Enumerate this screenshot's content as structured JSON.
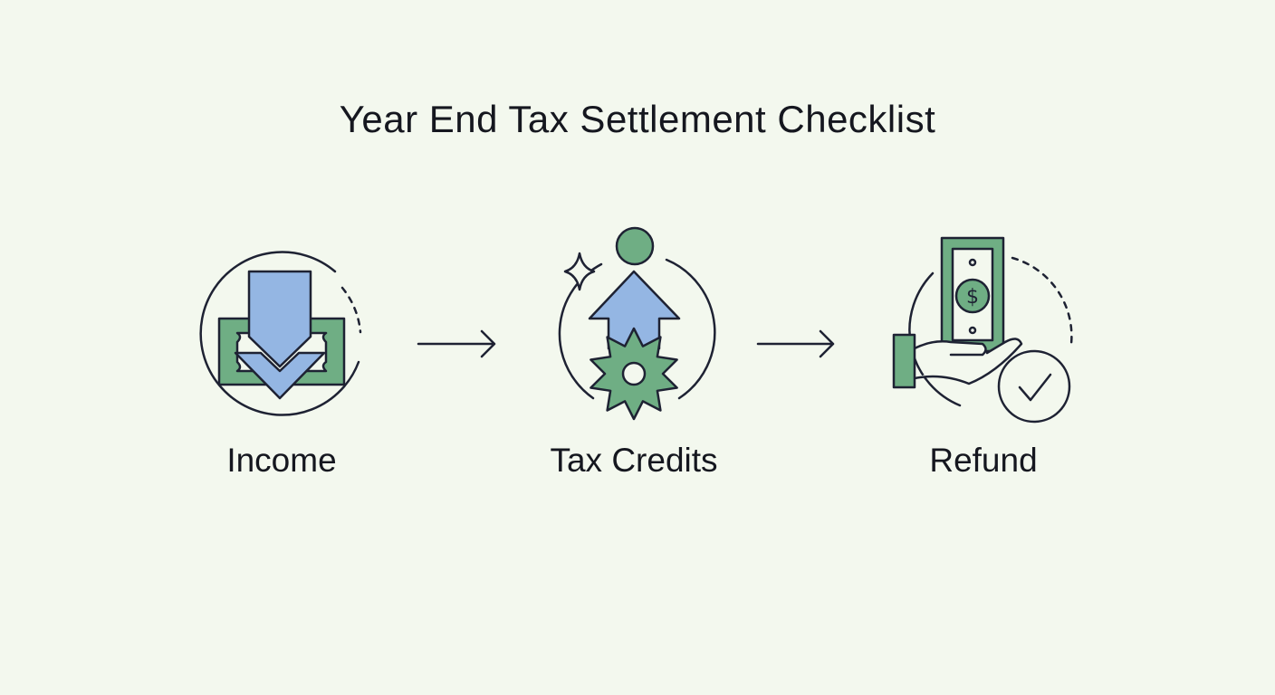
{
  "title": "Year End Tax Settlement Checklist",
  "steps": [
    {
      "label": "Income",
      "icon": "money-down-arrow-icon"
    },
    {
      "label": "Tax Credits",
      "icon": "arrow-up-gear-icon"
    },
    {
      "label": "Refund",
      "icon": "hand-money-check-icon"
    }
  ],
  "colors": {
    "background": "#f3f8ee",
    "blue": "#94b6e3",
    "green": "#6fae84",
    "stroke": "#1e2233"
  }
}
